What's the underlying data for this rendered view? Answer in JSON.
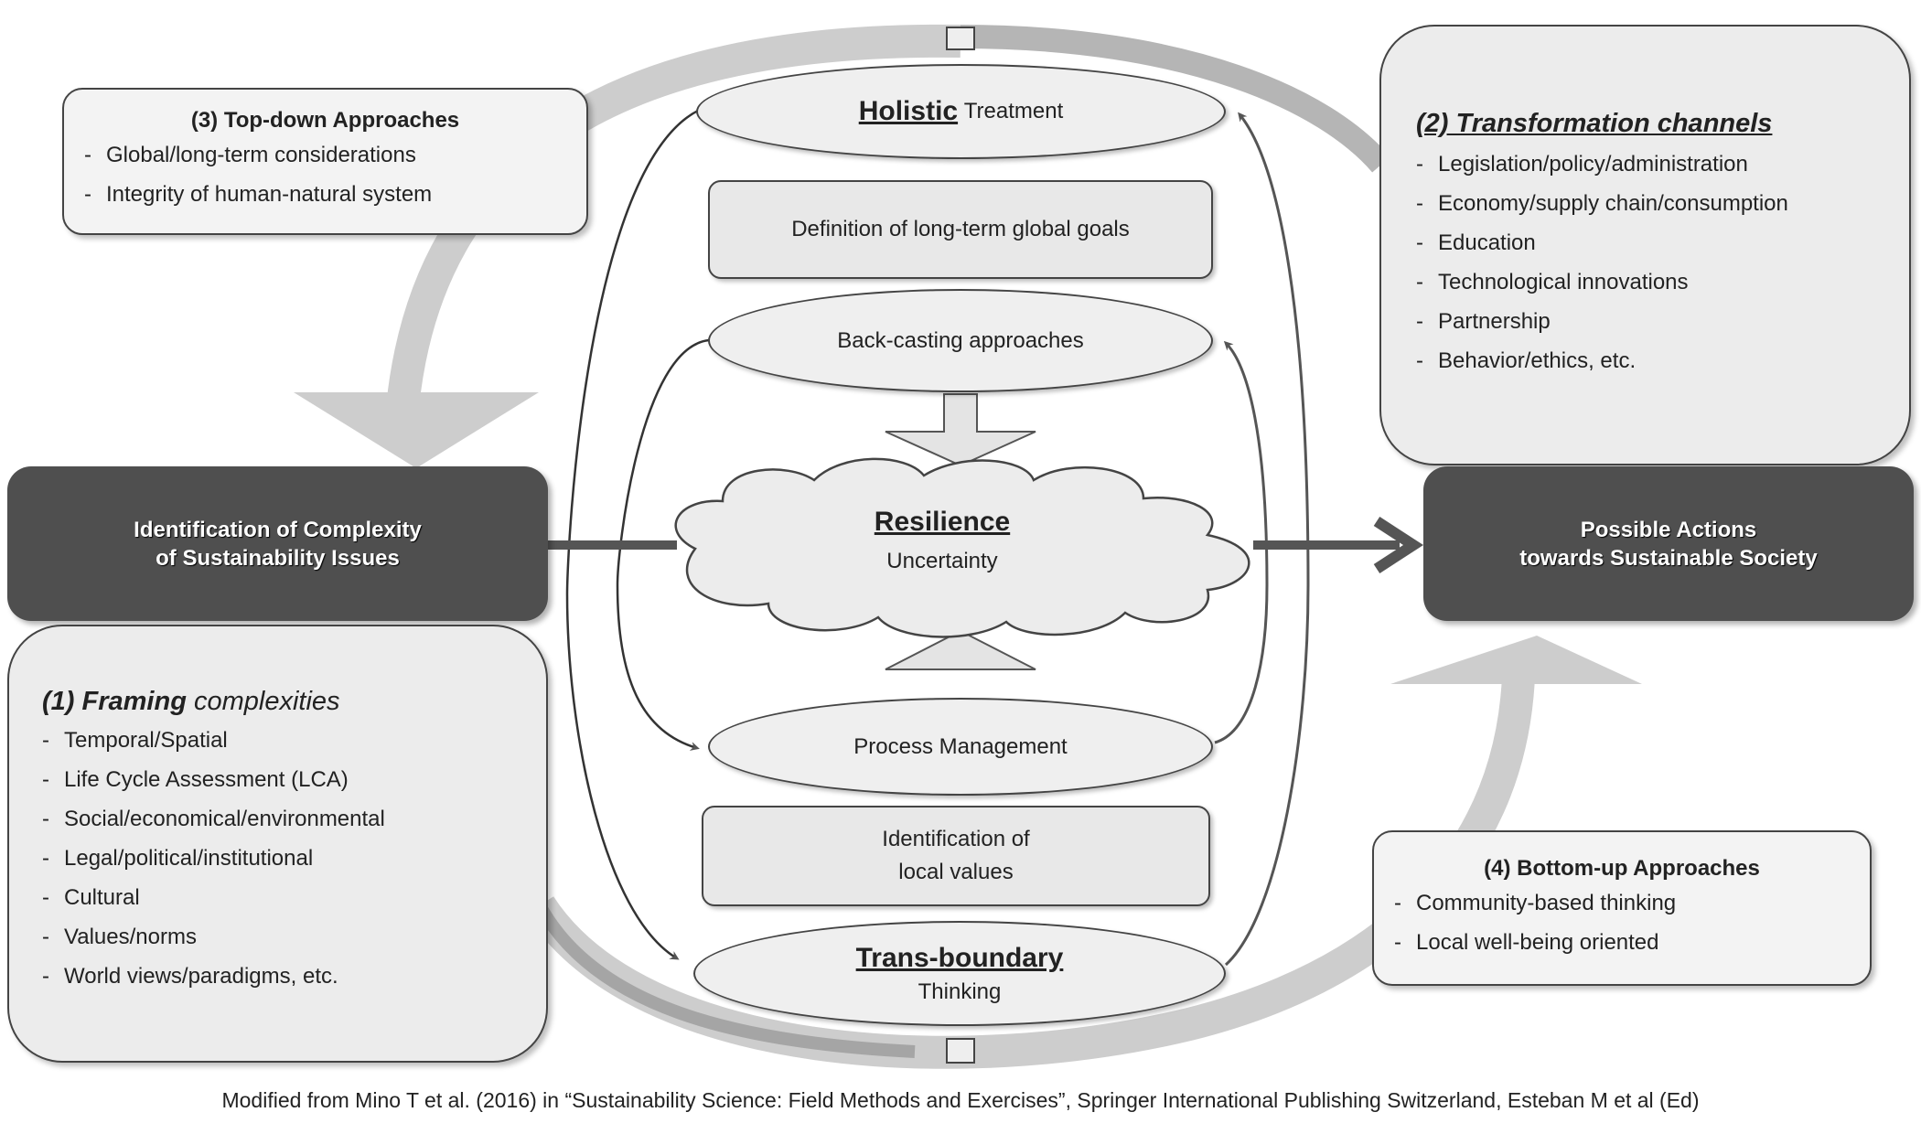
{
  "top_down": {
    "title": "(3) Top-down Approaches",
    "items": [
      "Global/long-term considerations",
      "Integrity of human-natural system"
    ]
  },
  "transformation": {
    "title": "(2) Transformation channels",
    "items": [
      "Legislation/policy/administration",
      "Economy/supply chain/consumption",
      "Education",
      "Technological innovations",
      "Partnership",
      "Behavior/ethics, etc."
    ]
  },
  "framing": {
    "title_num": "(1)",
    "title_em": "Framing",
    "title_rest": "complexities",
    "items": [
      "Temporal/Spatial",
      "Life Cycle Assessment (LCA)",
      "Social/economical/environmental",
      "Legal/political/institutional",
      "Cultural",
      "Values/norms",
      "World views/paradigms, etc."
    ]
  },
  "bottom_up": {
    "title": "(4) Bottom-up Approaches",
    "items": [
      "Community-based thinking",
      "Local well-being oriented"
    ]
  },
  "left_box": {
    "line1": "Identification of Complexity",
    "line2": "of Sustainability Issues"
  },
  "right_box": {
    "line1": "Possible Actions",
    "line2": "towards Sustainable Society"
  },
  "center": {
    "holistic_bold": "Holistic",
    "holistic_rest": "Treatment",
    "definition": "Definition of long-term global goals",
    "backcasting": "Back-casting approaches",
    "resilience": "Resilience",
    "uncertainty": "Uncertainty",
    "process": "Process Management",
    "local_line1": "Identification of",
    "local_line2": "local values",
    "trans_bold": "Trans-boundary",
    "trans_rest": "Thinking"
  },
  "caption": "Modified from Mino T et al. (2016) in “Sustainability Science: Field Methods and Exercises”,  Springer International Publishing Switzerland, Esteban  M et al (Ed)"
}
